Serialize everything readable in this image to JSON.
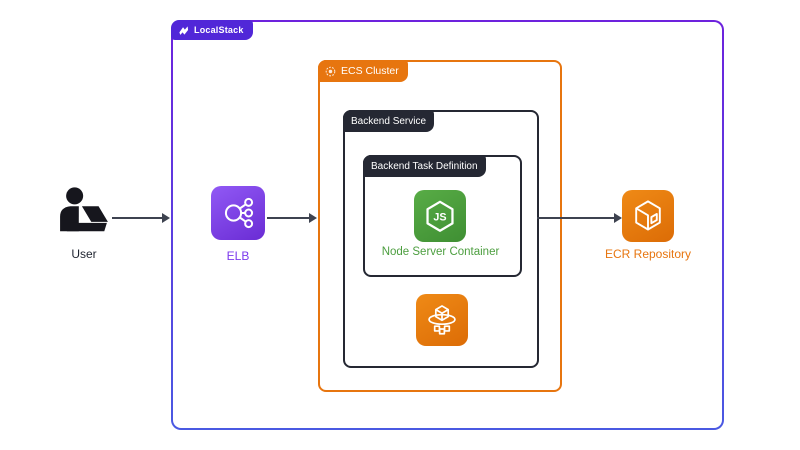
{
  "diagram": {
    "localstack": {
      "label": "LocalStack",
      "icon": "localstack-logo-icon",
      "tag_bg": "#5127D8",
      "border_top": "#6D22DD",
      "border_bottom": "#4A59E2"
    },
    "groups": {
      "ecs_cluster": {
        "label": "ECS Cluster",
        "icon": "ecs-cluster-icon",
        "color": "#E7750F"
      },
      "backend_service": {
        "label": "Backend Service",
        "color": "#252833"
      },
      "task_definition": {
        "label": "Backend Task Definition",
        "color": "#252833"
      }
    },
    "nodes": {
      "user": {
        "label": "User",
        "icon": "user-laptop-icon",
        "color": "#16161D"
      },
      "elb": {
        "label": "ELB",
        "icon": "elastic-load-balancer-icon",
        "label_color": "#7C3AED",
        "bg_from": "#9159F5",
        "bg_to": "#6A2CD4"
      },
      "node_container": {
        "label": "Node Server Container",
        "icon": "nodejs-hexagon-icon",
        "icon_text": "JS",
        "label_color": "#4C9E3F",
        "bg_from": "#58AC46",
        "bg_to": "#3F8F33"
      },
      "ecs_service": {
        "icon": "ecs-service-cube-icon",
        "bg_from": "#EF8A16",
        "bg_to": "#DC6C06"
      },
      "ecr": {
        "label": "ECR Repository",
        "icon": "ecr-repository-cube-icon",
        "label_color": "#E7750F",
        "bg_from": "#EF8A16",
        "bg_to": "#DC6C06"
      }
    },
    "arrows": [
      {
        "name": "user-to-localstack"
      },
      {
        "name": "elb-to-ecs-cluster"
      },
      {
        "name": "backend-service-to-ecr"
      }
    ],
    "arrow_color": "#3E4350",
    "background": "#FFFFFF"
  }
}
